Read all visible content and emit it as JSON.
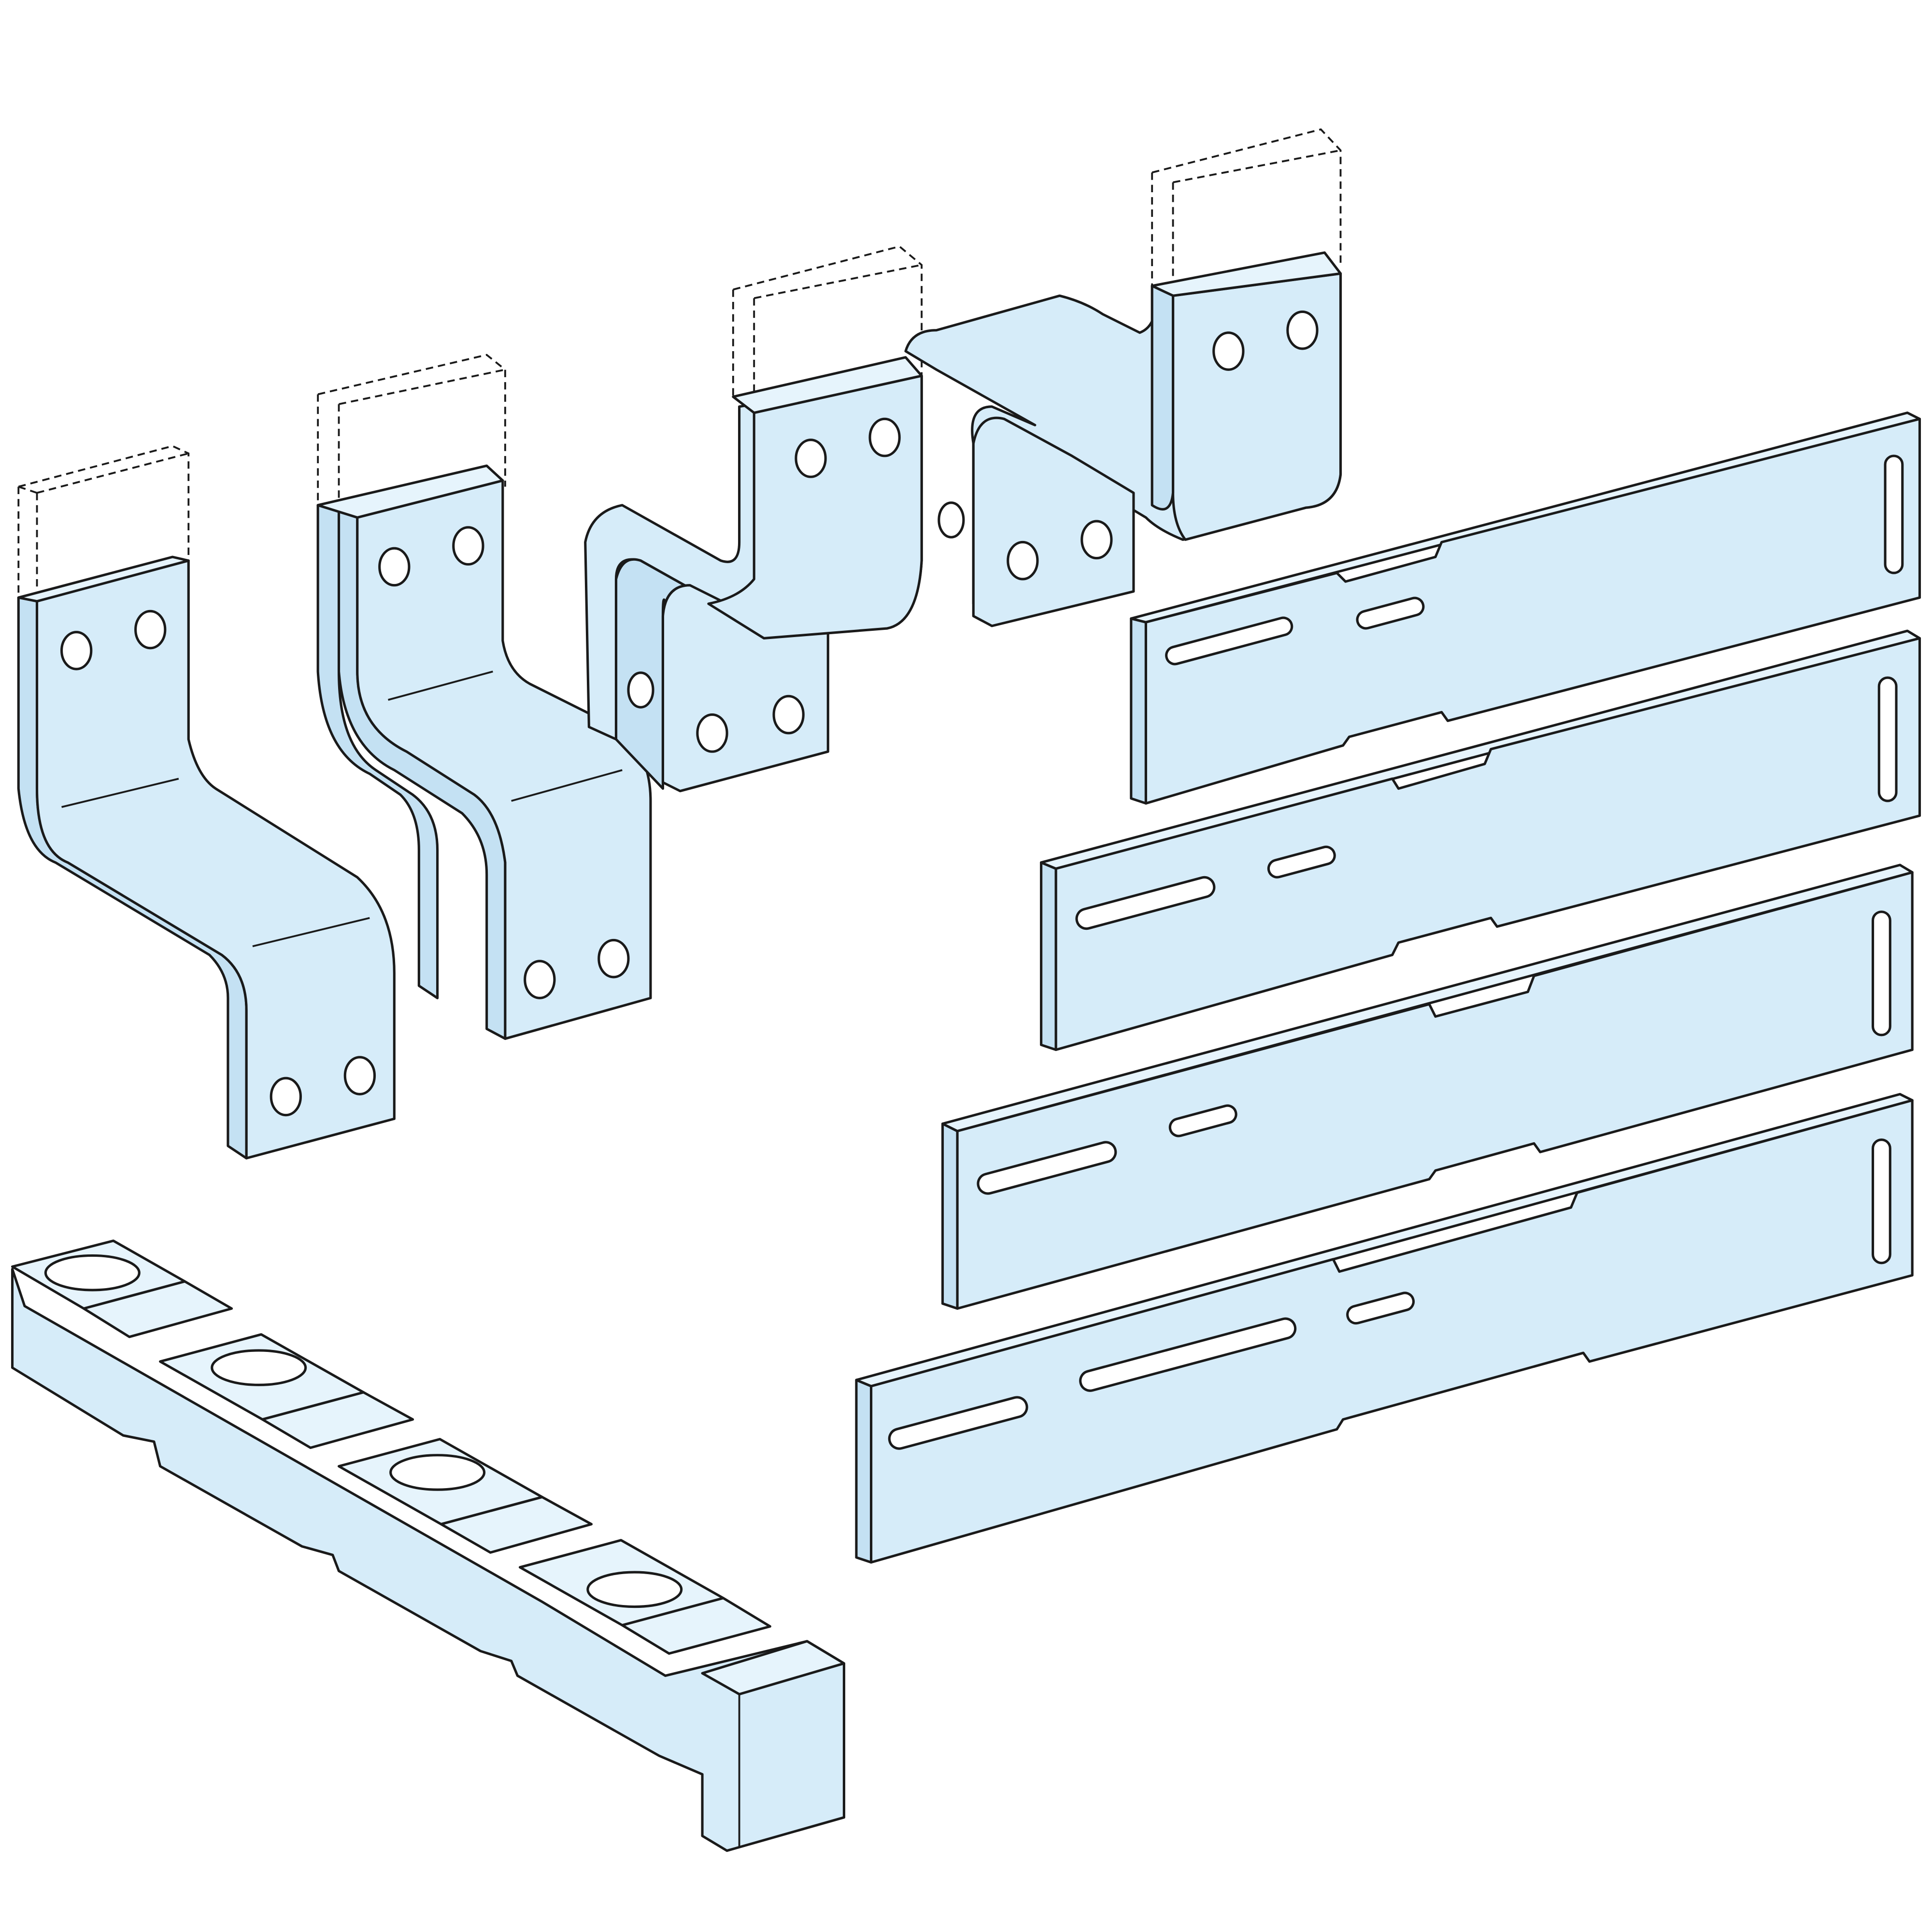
{
  "illustration": {
    "colors": {
      "part_fill": "#d6ecf9",
      "outline": "#1a1a1a",
      "background": "#ffffff"
    },
    "parts": [
      "connection-bar-1",
      "connection-bar-2",
      "connection-bar-3",
      "connection-bar-4",
      "support-plate-1",
      "support-plate-2",
      "support-plate-3",
      "support-plate-4",
      "busbar-support-block"
    ]
  }
}
